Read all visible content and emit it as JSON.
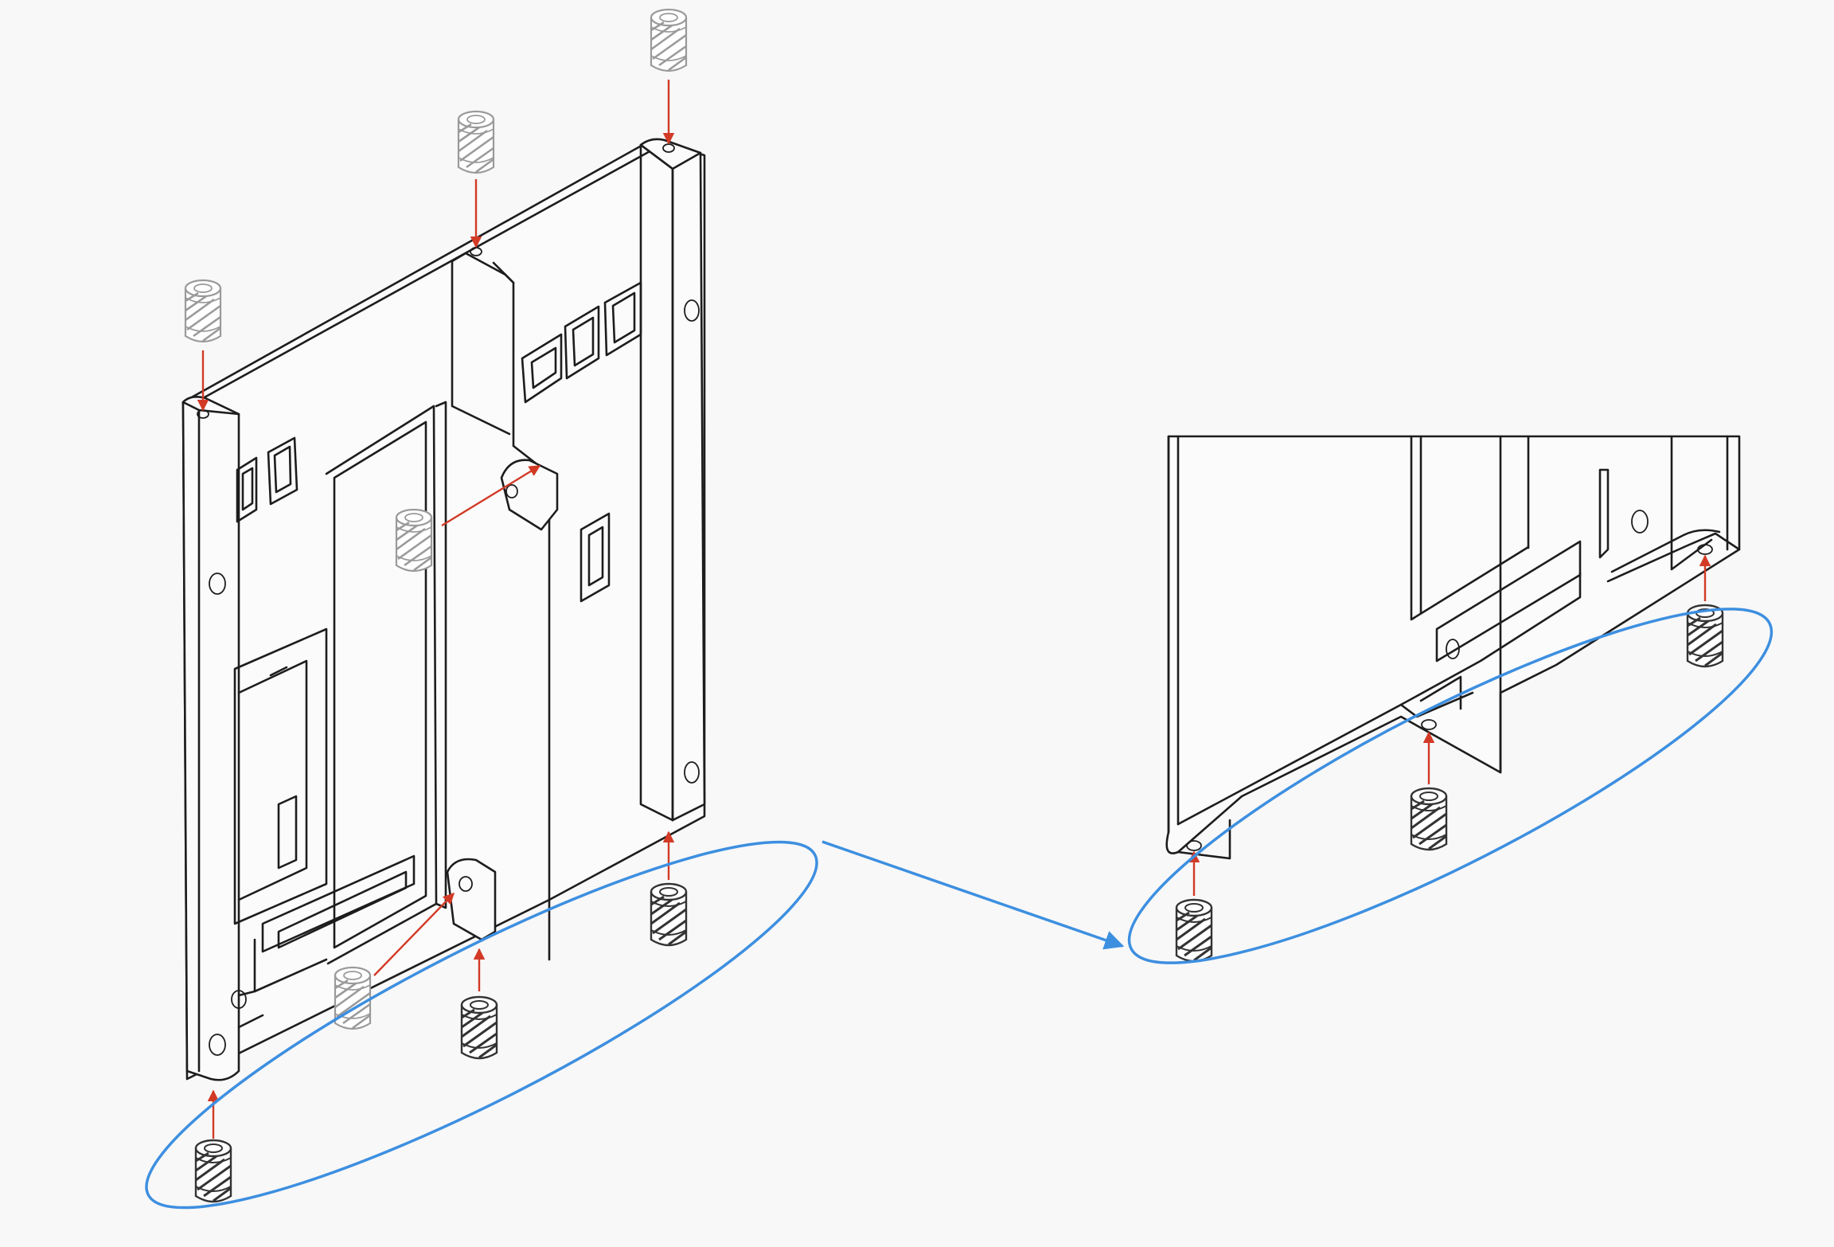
{
  "diagram": {
    "kind": "isometric assembly illustration",
    "colors": {
      "background": "#f8f8f8",
      "line": "#1d1d1d",
      "arrow": "#d23a26",
      "highlight": "#3d8fe0",
      "insert_dark": "#3a3a3a",
      "insert_light": "#a9a9a9"
    },
    "icons": {
      "insert": "threaded-heat-set-insert-icon",
      "arrow": "red-arrow-icon",
      "callout": "blue-ellipse-callout"
    },
    "main_view": {
      "part": "bracket-plate",
      "insert_count": 8
    },
    "detail_view": {
      "part": "bracket-plate-underside-closeup",
      "insert_count": 3
    }
  }
}
